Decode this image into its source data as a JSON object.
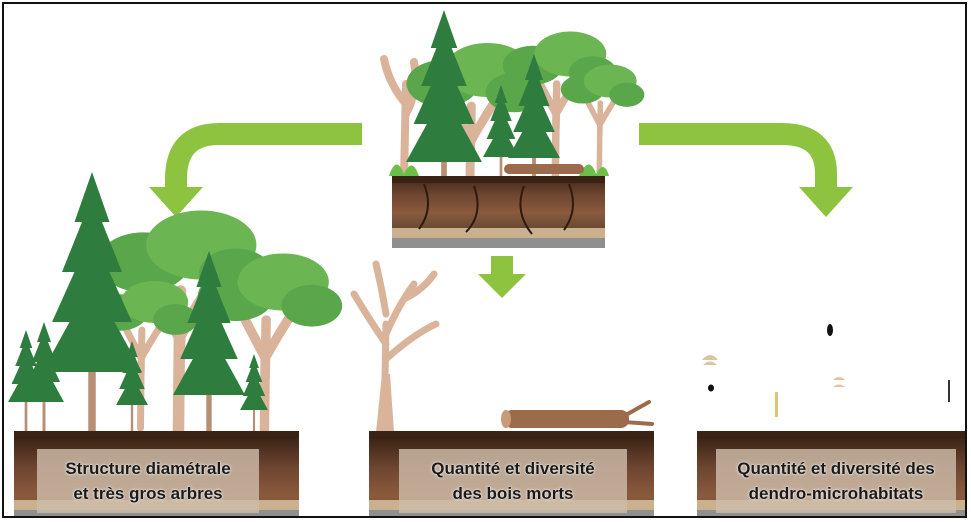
{
  "colors": {
    "arrow": "#8dc33f",
    "canopy": "#5aa64a",
    "conifer": "#2f7d3e",
    "trunk": "#d9b39a",
    "soil_top": "#4a2c1a",
    "soil_mid": "#7a5038",
    "gravel": "#c8b18c",
    "bedrock": "#8f8f8f",
    "label_bg": "#cdbcaa"
  },
  "panels": {
    "structure": {
      "line1": "Structure diamétrale",
      "line2": "et très gros arbres"
    },
    "deadwood": {
      "line1": "Quantité et diversité",
      "line2": "des bois morts"
    },
    "microhabitats": {
      "line1": "Quantité et diversité des",
      "line2": "dendro-microhabitats"
    }
  },
  "icons": [
    "forest-ecosystem-icon",
    "left-curved-arrow-icon",
    "down-arrow-icon",
    "right-curved-arrow-icon",
    "dead-tree-icon",
    "fallen-log-icon",
    "cavity-icon",
    "fungus-icon"
  ]
}
